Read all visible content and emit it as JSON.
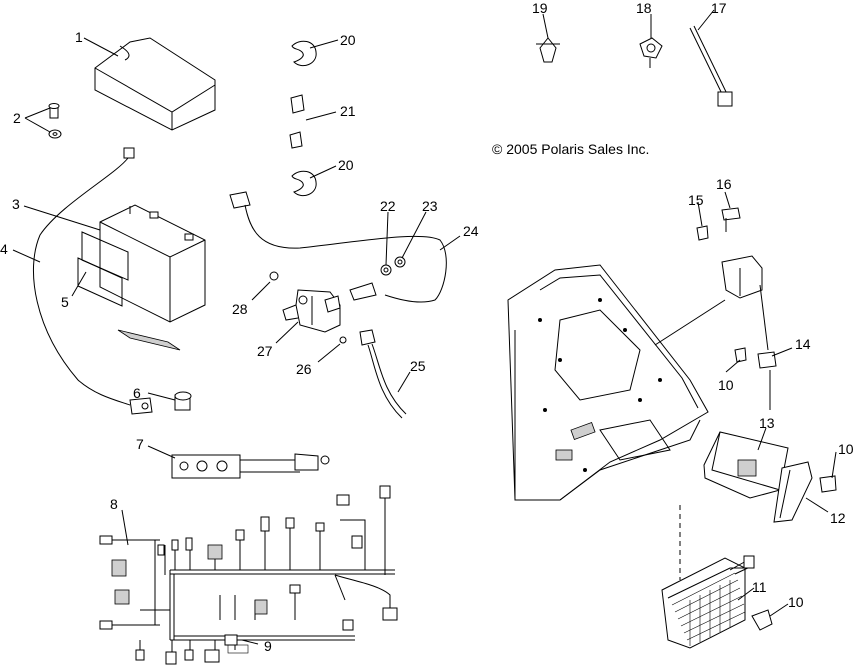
{
  "copyright": "© 2005 Polaris Sales Inc.",
  "callouts": {
    "c1": "1",
    "c2": "2",
    "c3": "3",
    "c4": "4",
    "c5": "5",
    "c6": "6",
    "c7": "7",
    "c8": "8",
    "c9": "9",
    "c10a": "10",
    "c10b": "10",
    "c10c": "10",
    "c11": "11",
    "c12": "12",
    "c13": "13",
    "c14": "14",
    "c15": "15",
    "c16": "16",
    "c17": "17",
    "c18": "18",
    "c19": "19",
    "c20a": "20",
    "c20b": "20",
    "c21": "21",
    "c22": "22",
    "c23": "23",
    "c24": "24",
    "c25": "25",
    "c26": "26",
    "c27": "27",
    "c28": "28"
  }
}
